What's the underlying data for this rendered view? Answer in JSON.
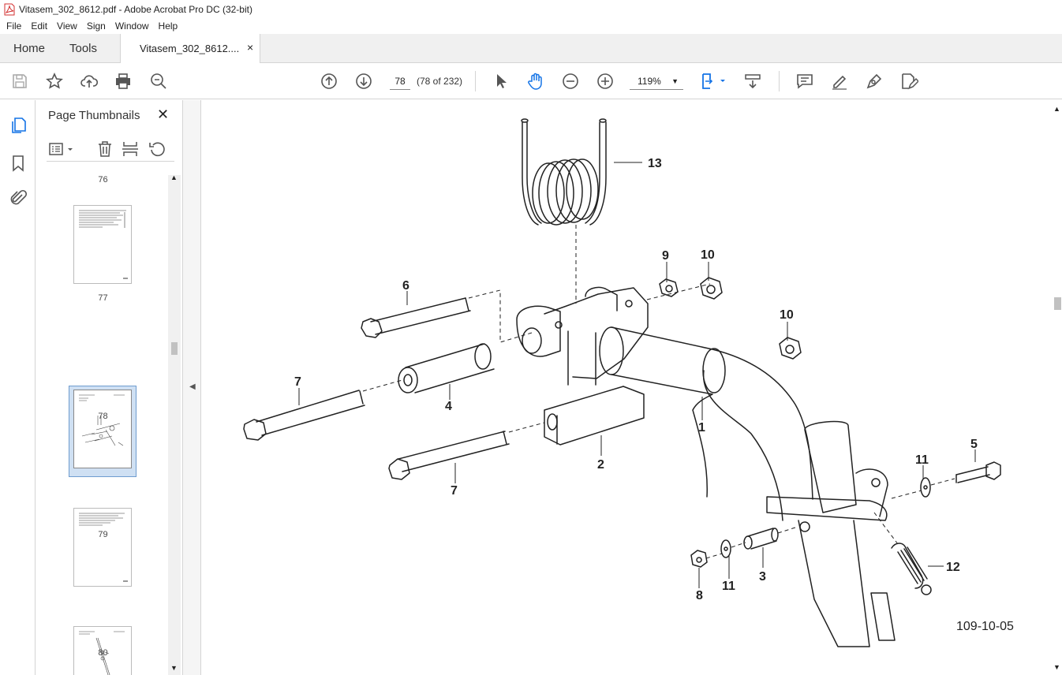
{
  "window": {
    "title": "Vitasem_302_8612.pdf - Adobe Acrobat Pro DC (32-bit)"
  },
  "menu": [
    "File",
    "Edit",
    "View",
    "Sign",
    "Window",
    "Help"
  ],
  "tabs": {
    "home": "Home",
    "tools": "Tools",
    "document": "Vitasem_302_8612....",
    "close": "×"
  },
  "toolbar": {
    "page_current": "78",
    "page_total": "(78 of 232)",
    "zoom": "119%"
  },
  "panel": {
    "title": "Page Thumbnails",
    "close": "✕",
    "thumbnails": [
      {
        "label": "76"
      },
      {
        "label": "77"
      },
      {
        "label": "78",
        "selected": true
      },
      {
        "label": "79"
      },
      {
        "label": "80"
      }
    ]
  },
  "diagram": {
    "callouts": [
      "13",
      "9",
      "10",
      "6",
      "10",
      "7",
      "4",
      "1",
      "2",
      "7",
      "11",
      "5",
      "12",
      "3",
      "11",
      "8"
    ],
    "figure_code": "109-10-05"
  },
  "colors": {
    "accent": "#1473e6",
    "thumb_selected": "#cfe0f3"
  }
}
